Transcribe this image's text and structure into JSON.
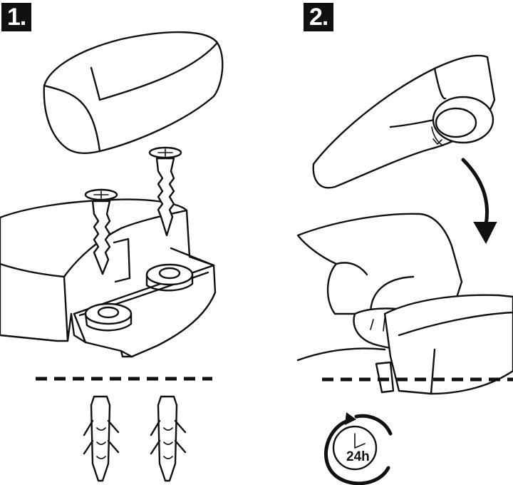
{
  "steps": [
    {
      "number": "1."
    },
    {
      "number": "2."
    }
  ],
  "timer": {
    "label": "24h"
  },
  "icons": [
    "cover-icon",
    "screw-icon",
    "wall-plug-icon",
    "base-housing-icon",
    "hand-icon",
    "arrow-icon",
    "timer-icon"
  ],
  "colors": {
    "ink": "#111111",
    "paper": "#ffffff"
  }
}
